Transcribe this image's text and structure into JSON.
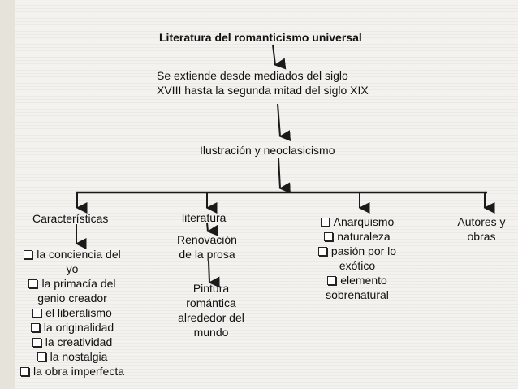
{
  "title": "Literatura del romanticismo universal",
  "period": {
    "line1": "Se extiende desde mediados del siglo",
    "line2": "XVIII hasta la segunda mitad del siglo XIX"
  },
  "influence": "Ilustración y neoclasicismo",
  "columns": {
    "caracteristicas": {
      "heading": "Características",
      "items": [
        "la conciencia del",
        "yo",
        "la primacía del",
        "genio creador",
        "el liberalismo",
        "la originalidad",
        "la creatividad",
        "la nostalgia",
        "la obra imperfecta"
      ]
    },
    "literatura": {
      "heading": "literatura",
      "renovacion_line1": "Renovación",
      "renovacion_line2": "de la prosa",
      "pintura_line1": "Pintura",
      "pintura_line2": "romántica",
      "pintura_line3": "alrededor del",
      "pintura_line4": "mundo"
    },
    "temas": {
      "items": [
        "Anarquismo",
        "naturaleza",
        "pasión por lo",
        "exótico",
        "elemento",
        "sobrenatural"
      ]
    },
    "autores": {
      "line1": "Autores y",
      "line2": "obras"
    }
  },
  "icons": {
    "checkbox": "checkbox-bullet-icon",
    "arrow": "arrow-down-icon"
  },
  "colors": {
    "background": "#f3f2ef",
    "text": "#111111",
    "lines": "#1a1a1a"
  }
}
